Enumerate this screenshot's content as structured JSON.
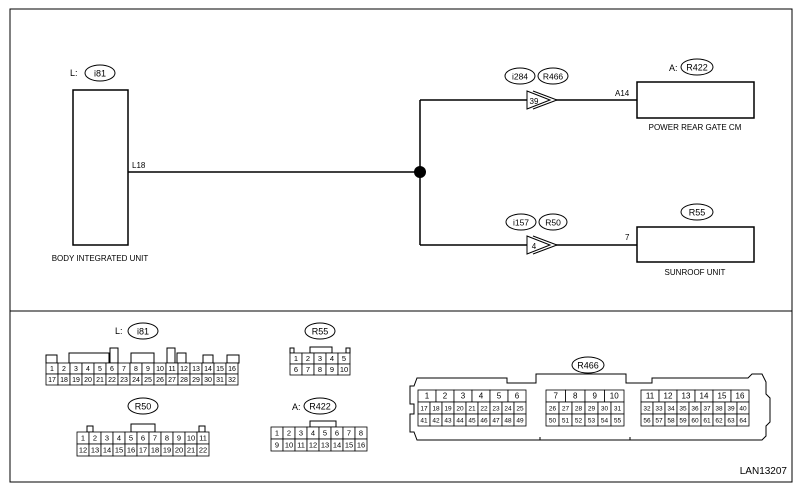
{
  "diagram": {
    "id_code": "LAN13207",
    "body_unit": {
      "label": "BODY INTEGRATED UNIT",
      "prefix": "L:",
      "connector": "i81",
      "pin": "L18"
    },
    "rear_gate": {
      "label": "POWER REAR GATE CM",
      "prefix": "A:",
      "connector": "R422",
      "pin": "A14",
      "inline_a": "i284",
      "inline_b": "R466",
      "inline_pin": "39"
    },
    "sunroof": {
      "label": "SUNROOF UNIT",
      "connector": "R55",
      "pin": "7",
      "inline_a": "i157",
      "inline_b": "R50",
      "inline_pin": "4"
    }
  },
  "connectors": {
    "i81": {
      "prefix": "L:",
      "name": "i81",
      "rows": [
        [
          "1",
          "2",
          "3",
          "4",
          "5",
          "6",
          "7",
          "8",
          "9",
          "10",
          "11",
          "12",
          "13",
          "14",
          "15",
          "16"
        ],
        [
          "17",
          "18",
          "19",
          "20",
          "21",
          "22",
          "23",
          "24",
          "25",
          "26",
          "27",
          "28",
          "29",
          "30",
          "31",
          "32"
        ]
      ]
    },
    "R55": {
      "name": "R55",
      "rows": [
        [
          "1",
          "2",
          "3",
          "4",
          "5"
        ],
        [
          "6",
          "7",
          "8",
          "9",
          "10"
        ]
      ]
    },
    "R50": {
      "name": "R50",
      "rows": [
        [
          "1",
          "2",
          "3",
          "4",
          "5",
          "6",
          "7",
          "8",
          "9",
          "10",
          "11"
        ],
        [
          "12",
          "13",
          "14",
          "15",
          "16",
          "17",
          "18",
          "19",
          "20",
          "21",
          "22"
        ]
      ]
    },
    "R422": {
      "prefix": "A:",
      "name": "R422",
      "rows": [
        [
          "1",
          "2",
          "3",
          "4",
          "5",
          "6",
          "7",
          "8"
        ],
        [
          "9",
          "10",
          "11",
          "12",
          "13",
          "14",
          "15",
          "16"
        ]
      ]
    },
    "R466": {
      "name": "R466",
      "left": [
        [
          "1",
          "2",
          "3",
          "4",
          "5",
          "6"
        ],
        [
          "17",
          "18",
          "19",
          "20",
          "21",
          "22",
          "23",
          "24",
          "25"
        ],
        [
          "41",
          "42",
          "43",
          "44",
          "45",
          "46",
          "47",
          "48",
          "49"
        ]
      ],
      "mid": [
        [
          "7",
          "8",
          "9",
          "10"
        ],
        [
          "26",
          "27",
          "28",
          "29",
          "30",
          "31"
        ],
        [
          "50",
          "51",
          "52",
          "53",
          "54",
          "55"
        ]
      ],
      "right": [
        [
          "11",
          "12",
          "13",
          "14",
          "15",
          "16"
        ],
        [
          "32",
          "33",
          "34",
          "35",
          "36",
          "37",
          "38",
          "39",
          "40"
        ],
        [
          "56",
          "57",
          "58",
          "59",
          "60",
          "61",
          "62",
          "63",
          "64"
        ]
      ]
    }
  }
}
